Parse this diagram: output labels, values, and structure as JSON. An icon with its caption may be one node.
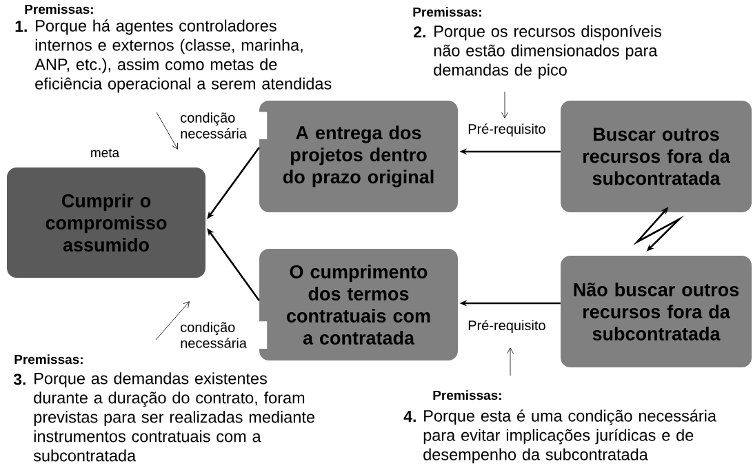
{
  "diagram": {
    "nodes": [
      {
        "text": [
          "Cumprir o compromisso assumido"
        ],
        "beside": [
          "meta"
        ]
      },
      {
        "text": [
          "A entrega dos projetos dentro do prazo original"
        ]
      },
      {
        "text": [
          "O cumprimento dos termos contratuais com a contratada"
        ]
      },
      {
        "text": [
          "Buscar outros recursos fora da subcontratada"
        ]
      },
      {
        "text": [
          "Não buscar outros recursos fora da subcontratada"
        ]
      }
    ],
    "edges": [
      {
        "from": 1,
        "to": 0,
        "arrow": "to",
        "label": "condição necessária"
      },
      {
        "from": 2,
        "to": 0,
        "arrow": "to",
        "label": "condição necessária"
      },
      {
        "from": 3,
        "to": 1,
        "arrow": "to",
        "label": "Pré-requisito"
      },
      {
        "from": 4,
        "to": 2,
        "arrow": "to",
        "label": "Pré-requisito"
      },
      {
        "from": 3,
        "to": 4,
        "arrow": "both"
      }
    ],
    "labels": [
      "Premissas:",
      "1.",
      "Porque há agentes controladores internos e externos (classe, marinha, ANP, etc.), assim como metas de eficiência operacional a serem atendidas",
      "Premissas:",
      "2.",
      "Porque os recursos disponíveis não estão dimensionados para demandas de pico",
      "Premissas:",
      "3.",
      "Porque as demandas existentes durante a duração do contrato, foram previstas para ser realizadas mediante instrumentos contratuais com a subcontratada",
      "Premissas:",
      "4.",
      "Porque esta é uma condição necessária para evitar implicações jurídicas e de desempenho da subcontratada"
    ]
  }
}
